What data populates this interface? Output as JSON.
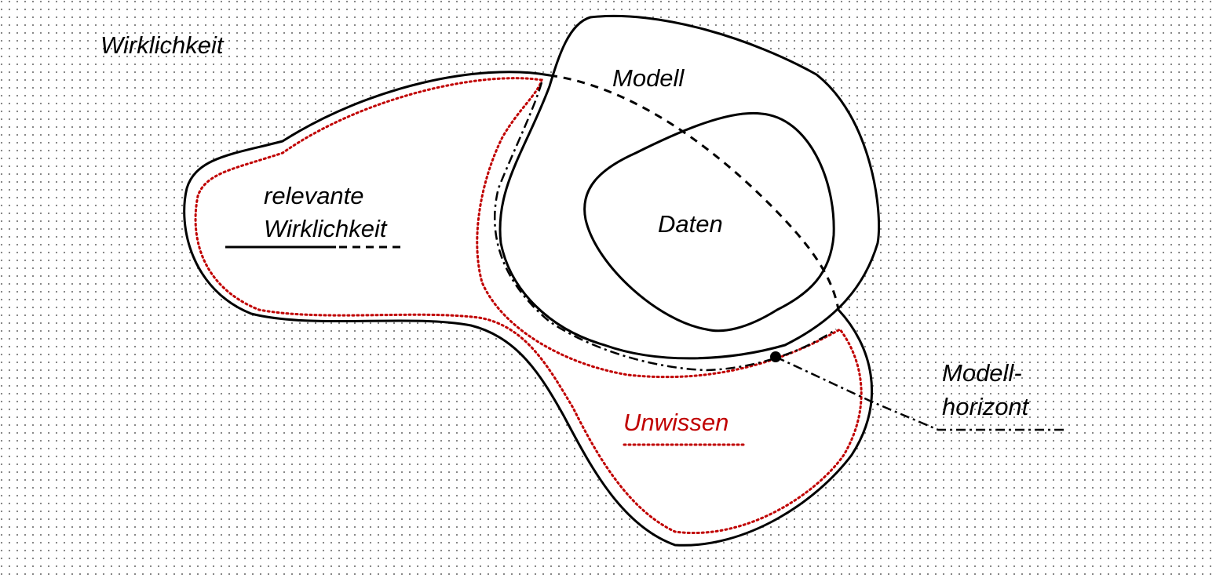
{
  "labels": {
    "reality": "Wirklichkeit",
    "model": "Modell",
    "relevant_line1": "relevante",
    "relevant_line2": "Wirklichkeit",
    "data": "Daten",
    "horizon_line1": "Modell-",
    "horizon_line2": "horizont",
    "ignorance": "Unwissen"
  },
  "colors": {
    "ink": "#000000",
    "ignorance": "#c00000",
    "background_dots": "#7a7a7a",
    "region_fill": "#ffffff"
  }
}
